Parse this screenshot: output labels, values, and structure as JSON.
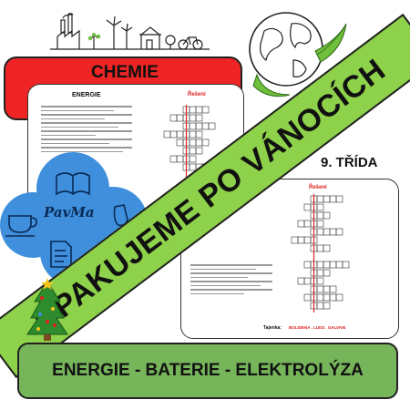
{
  "chemie_title": "CHEMIE",
  "class_label": "9. TŘÍDA",
  "logo_text": "PavMa",
  "main_banner": "OPAKUJEME PO VÁNOCÍCH",
  "bottom_banner": "ENERGIE - BATERIE - ELEKTROLÝZA",
  "sheet_left": {
    "title": "ENERGIE",
    "solution_label": "Řešení"
  },
  "sheet_right": {
    "solution_label": "Řešení",
    "tajenka_label": "Tajenka:",
    "tajenka_answer": "BOLIDENA . LUIGI . GALVANI"
  },
  "colors": {
    "red_banner": "#ef2424",
    "green_banner": "#8ed14a",
    "bottom_green": "#76b55a",
    "logo_blue": "#3f8fdc"
  },
  "icons": [
    "factory-icon",
    "wind-turbine-icon",
    "house-icon",
    "bicycle-icon",
    "globe-icon",
    "book-icon",
    "teacup-icon",
    "wine-glass-icon",
    "document-icon",
    "christmas-tree-icon"
  ]
}
